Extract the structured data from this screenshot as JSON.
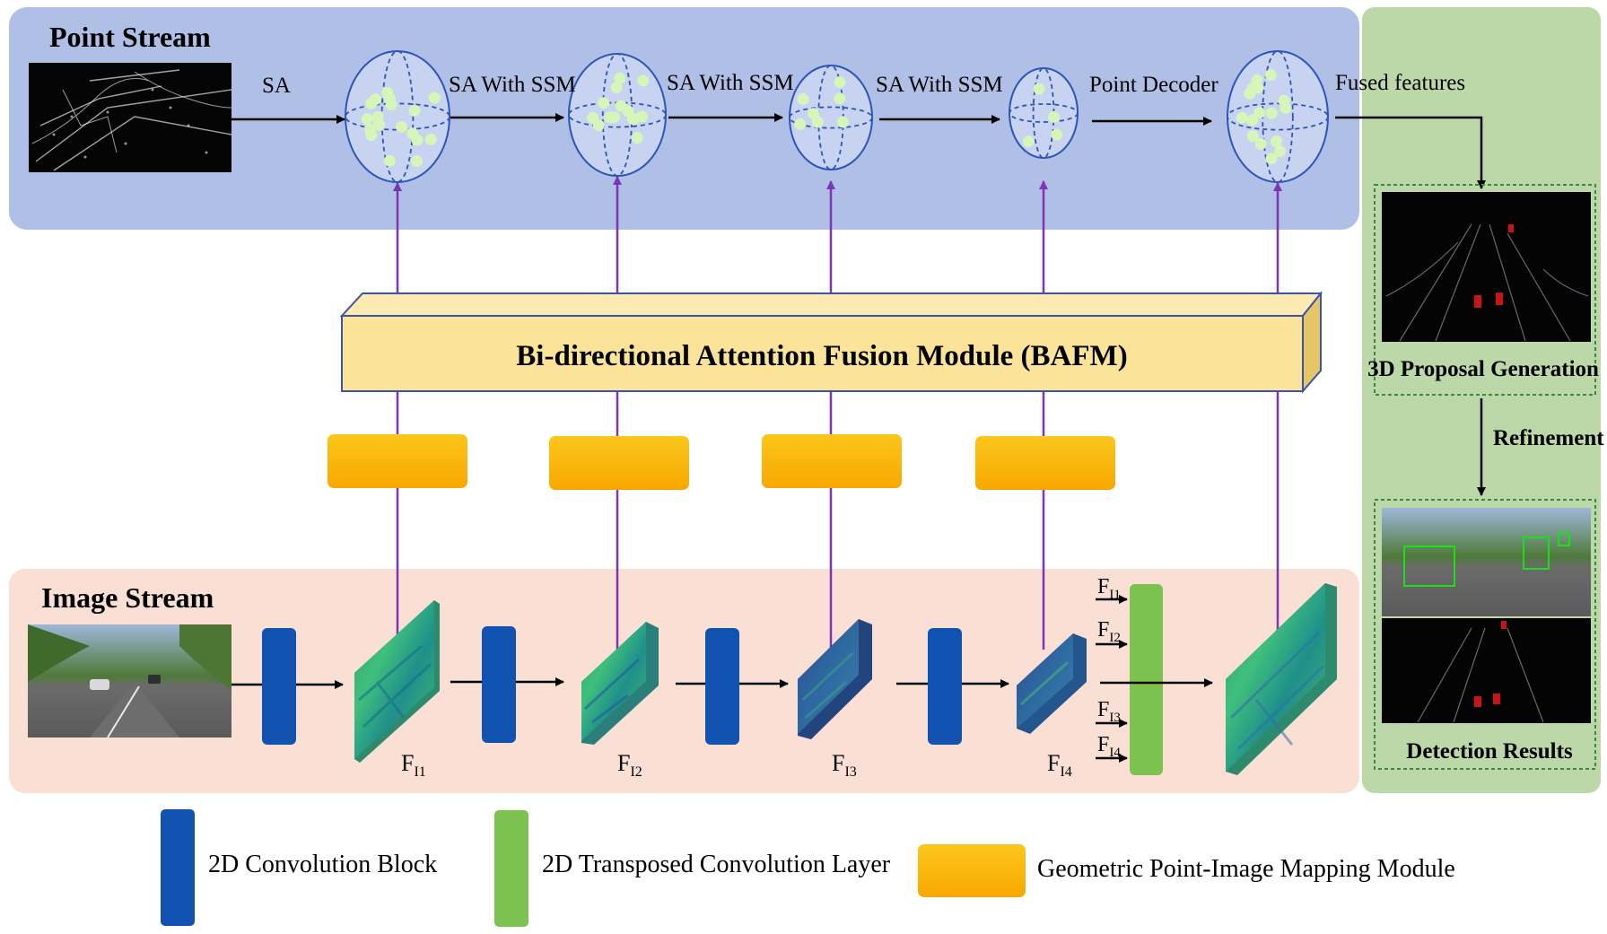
{
  "point_stream": {
    "title": "Point Stream",
    "stage_labels": [
      "SA",
      "SA With SSM",
      "SA With SSM",
      "SA With SSM",
      "Point Decoder",
      "Fused features"
    ]
  },
  "bafm": {
    "label": "Bi-directional Attention Fusion Module (BAFM)"
  },
  "image_stream": {
    "title": "Image Stream",
    "feature_labels": [
      "I1",
      "I2",
      "I3",
      "I4"
    ],
    "feature_prefix": "F",
    "fused_inputs": [
      "I1",
      "I2",
      "I3",
      "I4"
    ]
  },
  "right_panel": {
    "proposal_label": "3D Proposal Generation",
    "refinement_label": "Refinement",
    "detection_label": "Detection Results"
  },
  "legend": {
    "conv_block": "2D Convolution Block",
    "transposed_conv": "2D Transposed Convolution Layer",
    "mapping_module": "Geometric Point-Image Mapping Module"
  },
  "colors": {
    "point_stream_bg": "#b0bfe6",
    "image_stream_bg": "#fadfd5",
    "right_panel_bg": "#bcd8a8",
    "bafm_fill": "#fbe49a",
    "mapping_module": "#fbbd12",
    "conv_block": "#1252b0",
    "transposed_conv": "#7cc24e",
    "connector": "#7e34b5",
    "sphere_stroke": "#2c55b8",
    "point_dot": "#d6f5b8"
  }
}
